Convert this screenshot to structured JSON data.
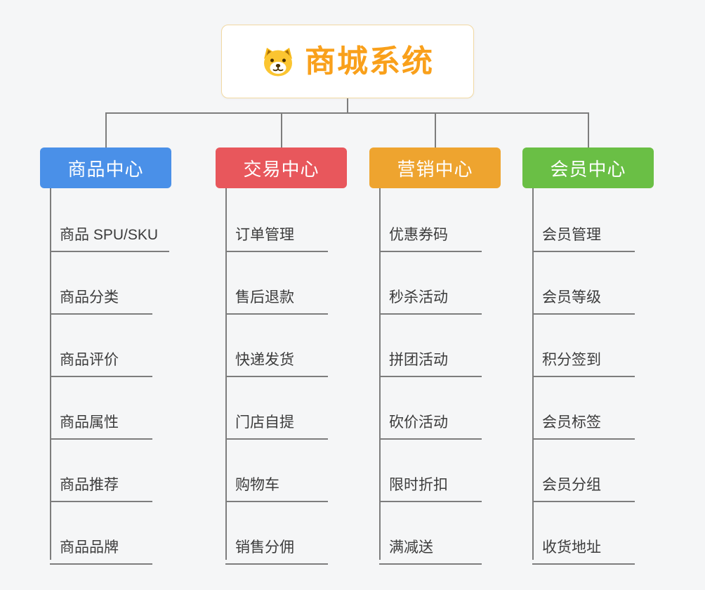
{
  "root": {
    "title": "商城系统",
    "icon": "dog-face-icon"
  },
  "branches": [
    {
      "id": "product-center",
      "label": "商品中心",
      "color": "#4a90e8",
      "children": [
        "商品 SPU/SKU",
        "商品分类",
        "商品评价",
        "商品属性",
        "商品推荐",
        "商品品牌"
      ]
    },
    {
      "id": "trade-center",
      "label": "交易中心",
      "color": "#e8575c",
      "children": [
        "订单管理",
        "售后退款",
        "快递发货",
        "门店自提",
        "购物车",
        "销售分佣"
      ]
    },
    {
      "id": "marketing-center",
      "label": "营销中心",
      "color": "#eea42f",
      "children": [
        "优惠券码",
        "秒杀活动",
        "拼团活动",
        "砍价活动",
        "限时折扣",
        "满减送"
      ]
    },
    {
      "id": "member-center",
      "label": "会员中心",
      "color": "#6abf45",
      "children": [
        "会员管理",
        "会员等级",
        "积分签到",
        "会员标签",
        "会员分组",
        "收货地址"
      ]
    }
  ],
  "colors": {
    "background": "#f5f6f7",
    "line": "#7d7d7d",
    "root_accent": "#f9a01b",
    "root_border": "#f2d9a2",
    "child_text": "#3c3c3c"
  }
}
